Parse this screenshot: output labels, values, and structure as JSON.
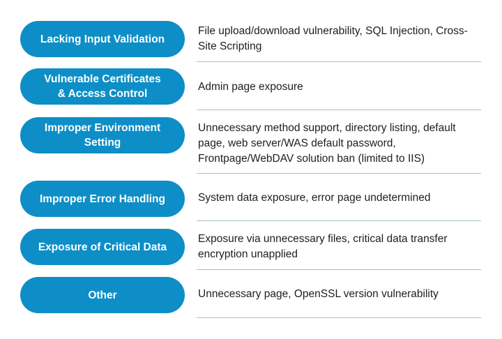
{
  "rows": [
    {
      "category": "Lacking Input Validation",
      "description": "File upload/download vulnerability, SQL Injection, Cross-Site Scripting"
    },
    {
      "category": "Vulnerable Certificates\n& Access Control",
      "description": "Admin page exposure"
    },
    {
      "category": "Improper Environment\nSetting",
      "description": "Unnecessary method support, directory listing, default page, web server/WAS default password, Frontpage/WebDAV solution ban (limited to IIS)"
    },
    {
      "category": "Improper Error Handling",
      "description": "System data exposure, error page undetermined"
    },
    {
      "category": "Exposure of Critical Data",
      "description": "Exposure via unnecessary files, critical data transfer encryption unapplied"
    },
    {
      "category": "Other",
      "description": "Unnecessary page, OpenSSL version vulnerability"
    }
  ],
  "colors": {
    "pill": "#0d8ec6",
    "rule": "#a9bfca",
    "text": "#1e1e1e"
  }
}
